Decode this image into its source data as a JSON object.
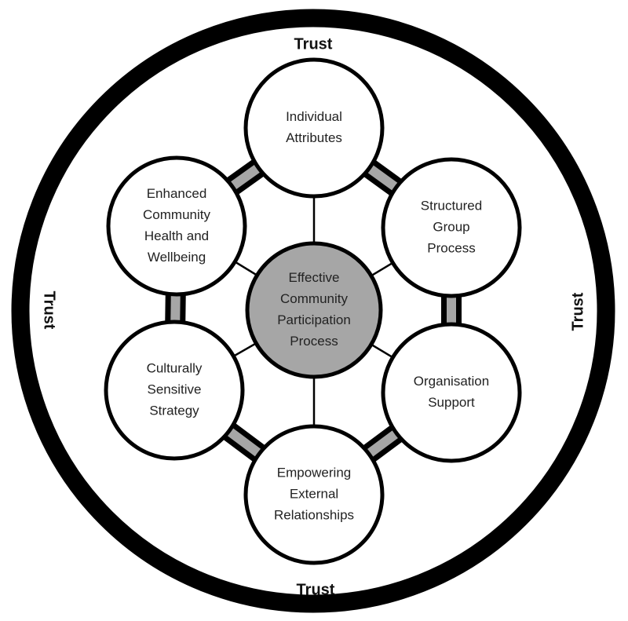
{
  "diagram": {
    "title": "Effective Community Participation Process",
    "center": {
      "lines": [
        "Effective",
        "Community",
        "Participation",
        "Process"
      ],
      "fill": "#a6a6a6"
    },
    "nodes": [
      {
        "id": "individual-attributes",
        "lines": [
          "Individual",
          "Attributes"
        ],
        "position": "top"
      },
      {
        "id": "structured-group-process",
        "lines": [
          "Structured",
          "Group",
          "Process"
        ],
        "position": "upper-right"
      },
      {
        "id": "organisation-support",
        "lines": [
          "Organisation",
          "Support"
        ],
        "position": "lower-right"
      },
      {
        "id": "empowering-external-relationships",
        "lines": [
          "Empowering",
          "External",
          "Relationships"
        ],
        "position": "bottom"
      },
      {
        "id": "culturally-sensitive-strategy",
        "lines": [
          "Culturally",
          "Sensitive",
          "Strategy"
        ],
        "position": "lower-left"
      },
      {
        "id": "enhanced-community-health-wellbeing",
        "lines": [
          "Enhanced",
          "Community",
          "Health and",
          "Wellbeing"
        ],
        "position": "upper-left"
      }
    ],
    "ring": {
      "labels": {
        "top": "Trust",
        "bottom": "Trust",
        "left": "Trust",
        "right": "Trust"
      }
    },
    "colors": {
      "stroke": "#000000",
      "node_fill": "#ffffff",
      "connector_fill": "#a6a6a6"
    }
  }
}
